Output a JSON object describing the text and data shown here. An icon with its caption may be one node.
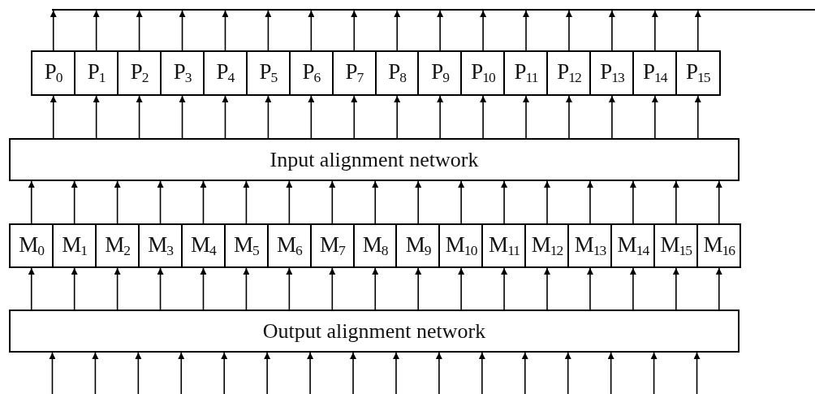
{
  "diagram": {
    "nodes": [
      {
        "text": [],
        "shape": "line"
      },
      {
        "text": [
          "P$_{0}$"
        ]
      },
      {
        "text": [
          "P$_{1}$"
        ]
      },
      {
        "text": [
          "P$_{2}$"
        ]
      },
      {
        "text": [
          "P$_{3}$"
        ]
      },
      {
        "text": [
          "P$_{4}$"
        ]
      },
      {
        "text": [
          "P$_{5}$"
        ]
      },
      {
        "text": [
          "P$_{6}$"
        ]
      },
      {
        "text": [
          "P$_{7}$"
        ]
      },
      {
        "text": [
          "P$_{8}$"
        ]
      },
      {
        "text": [
          "P$_{9}$"
        ]
      },
      {
        "text": [
          "P$_{10}$"
        ]
      },
      {
        "text": [
          "P$_{11}$"
        ]
      },
      {
        "text": [
          "P$_{12}$"
        ]
      },
      {
        "text": [
          "P$_{13}$"
        ]
      },
      {
        "text": [
          "P$_{14}$"
        ]
      },
      {
        "text": [
          "P$_{15}$"
        ]
      },
      {
        "text": [
          "Input alignment network"
        ]
      },
      {
        "text": [
          "M$_{0}$"
        ]
      },
      {
        "text": [
          "M$_{1}$"
        ]
      },
      {
        "text": [
          "M$_{2}$"
        ]
      },
      {
        "text": [
          "M$_{3}$"
        ]
      },
      {
        "text": [
          "M$_{4}$"
        ]
      },
      {
        "text": [
          "M$_{5}$"
        ]
      },
      {
        "text": [
          "M$_{6}$"
        ]
      },
      {
        "text": [
          "M$_{7}$"
        ]
      },
      {
        "text": [
          "M$_{8}$"
        ]
      },
      {
        "text": [
          "M$_{9}$"
        ]
      },
      {
        "text": [
          "M$_{10}$"
        ]
      },
      {
        "text": [
          "M$_{11}$"
        ]
      },
      {
        "text": [
          "M$_{12}$"
        ]
      },
      {
        "text": [
          "M$_{13}$"
        ]
      },
      {
        "text": [
          "M$_{14}$"
        ]
      },
      {
        "text": [
          "M$_{15}$"
        ]
      },
      {
        "text": [
          "M$_{16}$"
        ]
      },
      {
        "text": [
          "Output alignment network"
        ]
      }
    ],
    "edges": [
      {
        "from": 1,
        "to": 0,
        "arrow": "to"
      },
      {
        "from": 2,
        "to": 0,
        "arrow": "to"
      },
      {
        "from": 3,
        "to": 0,
        "arrow": "to"
      },
      {
        "from": 4,
        "to": 0,
        "arrow": "to"
      },
      {
        "from": 5,
        "to": 0,
        "arrow": "to"
      },
      {
        "from": 6,
        "to": 0,
        "arrow": "to"
      },
      {
        "from": 7,
        "to": 0,
        "arrow": "to"
      },
      {
        "from": 8,
        "to": 0,
        "arrow": "to"
      },
      {
        "from": 9,
        "to": 0,
        "arrow": "to"
      },
      {
        "from": 10,
        "to": 0,
        "arrow": "to"
      },
      {
        "from": 11,
        "to": 0,
        "arrow": "to"
      },
      {
        "from": 12,
        "to": 0,
        "arrow": "to"
      },
      {
        "from": 13,
        "to": 0,
        "arrow": "to"
      },
      {
        "from": 14,
        "to": 0,
        "arrow": "to"
      },
      {
        "from": 15,
        "to": 0,
        "arrow": "to"
      },
      {
        "from": 16,
        "to": 0,
        "arrow": "to"
      },
      {
        "from": 17,
        "to": 1,
        "arrow": "to"
      },
      {
        "from": 17,
        "to": 2,
        "arrow": "to"
      },
      {
        "from": 17,
        "to": 3,
        "arrow": "to"
      },
      {
        "from": 17,
        "to": 4,
        "arrow": "to"
      },
      {
        "from": 17,
        "to": 5,
        "arrow": "to"
      },
      {
        "from": 17,
        "to": 6,
        "arrow": "to"
      },
      {
        "from": 17,
        "to": 7,
        "arrow": "to"
      },
      {
        "from": 17,
        "to": 8,
        "arrow": "to"
      },
      {
        "from": 17,
        "to": 9,
        "arrow": "to"
      },
      {
        "from": 17,
        "to": 10,
        "arrow": "to"
      },
      {
        "from": 17,
        "to": 11,
        "arrow": "to"
      },
      {
        "from": 17,
        "to": 12,
        "arrow": "to"
      },
      {
        "from": 17,
        "to": 13,
        "arrow": "to"
      },
      {
        "from": 17,
        "to": 14,
        "arrow": "to"
      },
      {
        "from": 17,
        "to": 15,
        "arrow": "to"
      },
      {
        "from": 17,
        "to": 16,
        "arrow": "to"
      },
      {
        "from": 18,
        "to": 17,
        "arrow": "to"
      },
      {
        "from": 19,
        "to": 17,
        "arrow": "to"
      },
      {
        "from": 20,
        "to": 17,
        "arrow": "to"
      },
      {
        "from": 21,
        "to": 17,
        "arrow": "to"
      },
      {
        "from": 22,
        "to": 17,
        "arrow": "to"
      },
      {
        "from": 23,
        "to": 17,
        "arrow": "to"
      },
      {
        "from": 24,
        "to": 17,
        "arrow": "to"
      },
      {
        "from": 25,
        "to": 17,
        "arrow": "to"
      },
      {
        "from": 26,
        "to": 17,
        "arrow": "to"
      },
      {
        "from": 27,
        "to": 17,
        "arrow": "to"
      },
      {
        "from": 28,
        "to": 17,
        "arrow": "to"
      },
      {
        "from": 29,
        "to": 17,
        "arrow": "to"
      },
      {
        "from": 30,
        "to": 17,
        "arrow": "to"
      },
      {
        "from": 31,
        "to": 17,
        "arrow": "to"
      },
      {
        "from": 32,
        "to": 17,
        "arrow": "to"
      },
      {
        "from": 33,
        "to": 17,
        "arrow": "to"
      },
      {
        "from": 34,
        "to": 17,
        "arrow": "to"
      },
      {
        "from": 35,
        "to": 18,
        "arrow": "to"
      },
      {
        "from": 35,
        "to": 19,
        "arrow": "to"
      },
      {
        "from": 35,
        "to": 20,
        "arrow": "to"
      },
      {
        "from": 35,
        "to": 21,
        "arrow": "to"
      },
      {
        "from": 35,
        "to": 22,
        "arrow": "to"
      },
      {
        "from": 35,
        "to": 23,
        "arrow": "to"
      },
      {
        "from": 35,
        "to": 24,
        "arrow": "to"
      },
      {
        "from": 35,
        "to": 25,
        "arrow": "to"
      },
      {
        "from": 35,
        "to": 26,
        "arrow": "to"
      },
      {
        "from": 35,
        "to": 27,
        "arrow": "to"
      },
      {
        "from": 35,
        "to": 28,
        "arrow": "to"
      },
      {
        "from": 35,
        "to": 29,
        "arrow": "to"
      },
      {
        "from": 35,
        "to": 30,
        "arrow": "to"
      },
      {
        "from": 35,
        "to": 31,
        "arrow": "to"
      },
      {
        "from": 35,
        "to": 32,
        "arrow": "to"
      },
      {
        "from": 35,
        "to": 33,
        "arrow": "to"
      },
      {
        "from": 35,
        "to": 34,
        "arrow": "to"
      },
      {
        "from": null,
        "to": 35,
        "arrow": "to"
      },
      {
        "from": null,
        "to": 35,
        "arrow": "to"
      },
      {
        "from": null,
        "to": 35,
        "arrow": "to"
      },
      {
        "from": null,
        "to": 35,
        "arrow": "to"
      },
      {
        "from": null,
        "to": 35,
        "arrow": "to"
      },
      {
        "from": null,
        "to": 35,
        "arrow": "to"
      },
      {
        "from": null,
        "to": 35,
        "arrow": "to"
      },
      {
        "from": null,
        "to": 35,
        "arrow": "to"
      },
      {
        "from": null,
        "to": 35,
        "arrow": "to"
      },
      {
        "from": null,
        "to": 35,
        "arrow": "to"
      },
      {
        "from": null,
        "to": 35,
        "arrow": "to"
      },
      {
        "from": null,
        "to": 35,
        "arrow": "to"
      },
      {
        "from": null,
        "to": 35,
        "arrow": "to"
      },
      {
        "from": null,
        "to": 35,
        "arrow": "to"
      },
      {
        "from": null,
        "to": 35,
        "arrow": "to"
      },
      {
        "from": null,
        "to": 35,
        "arrow": "to"
      }
    ]
  }
}
